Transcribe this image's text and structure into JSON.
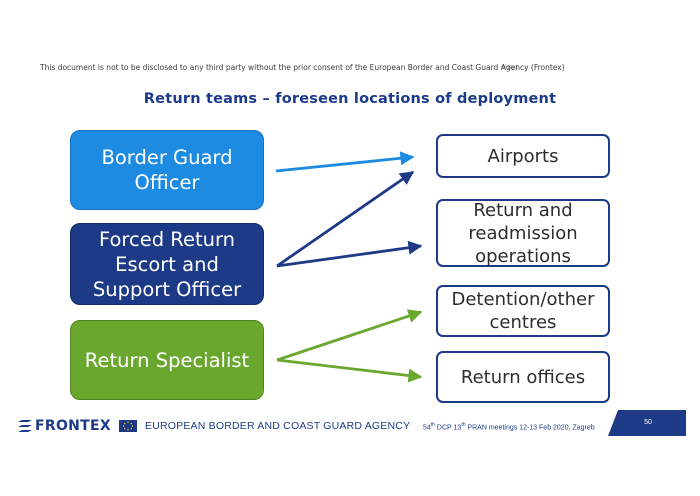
{
  "header": {
    "disclaimer": "This document is not to be disclosed to any third party without the prior consent of the European Border and Coast Guard Agency (Frontex)",
    "disclaimer_tail": "ontex)"
  },
  "title": "Return teams – foreseen locations of deployment",
  "roles": [
    {
      "lines": [
        "Border Guard",
        "Officer"
      ],
      "color": "#1e8be3"
    },
    {
      "lines": [
        "Forced Return",
        "Escort and",
        "Support Officer"
      ],
      "color": "#1d3a86"
    },
    {
      "lines": [
        "Return Specialist"
      ],
      "color": "#6aa72e"
    }
  ],
  "locations": [
    {
      "lines": [
        "Airports"
      ]
    },
    {
      "lines": [
        "Return and",
        "readmission",
        "operations"
      ]
    },
    {
      "lines": [
        "Detention/other",
        "centres"
      ]
    },
    {
      "lines": [
        "Return offices"
      ]
    }
  ],
  "footer": {
    "brand": "FRONTEX",
    "agency": "EUROPEAN BORDER AND COAST GUARD AGENCY",
    "meeting_prefix": "54",
    "meeting_sup1": "th",
    "meeting_mid": " DCP 13",
    "meeting_sup2": "th",
    "meeting_suffix": " PRAN meetings 12-13 Feb 2020, Zagreb",
    "page_number": "50"
  },
  "colors": {
    "title": "#1b3a8c",
    "arrow_light_blue": "#1e8be3",
    "arrow_dark_blue": "#1d3a86",
    "arrow_green": "#6aa72e"
  }
}
